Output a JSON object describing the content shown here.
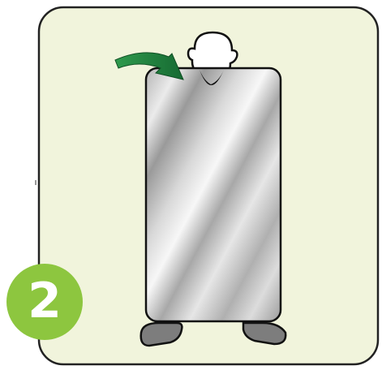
{
  "step": {
    "number": "2"
  },
  "illustration": {
    "subject": "person-holding-mirror-sheet",
    "arrow_direction": "clockwise-over-head"
  },
  "colors": {
    "panel_fill": "#f1f4dc",
    "panel_border": "#222222",
    "badge": "#8dc63f",
    "badge_text": "#ffffff",
    "arrow": "#1f7a3c",
    "mirror_light": "#f4f4f4",
    "mirror_dark": "#8c8c8c",
    "shoe": "#7d7d7d"
  }
}
